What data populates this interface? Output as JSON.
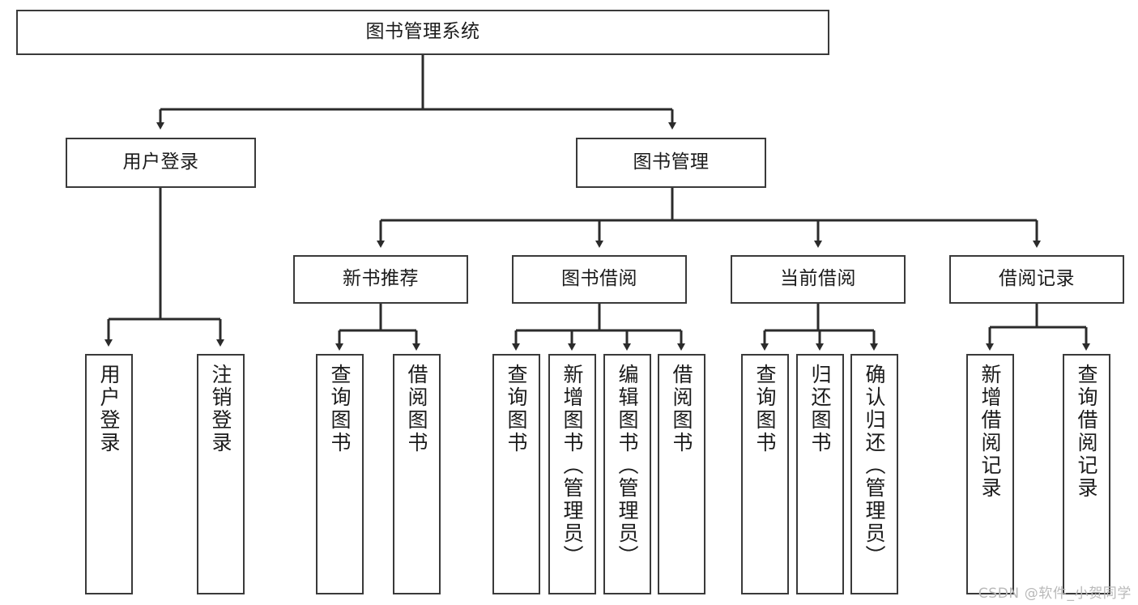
{
  "diagram": {
    "type": "tree-hierarchy",
    "title": "图书管理系统",
    "watermark": "CSDN @软件_小贺同学",
    "colors": {
      "box_border": "#3a3a3a",
      "box_fill": "#ffffff",
      "connector": "#2b2b2b",
      "text": "#1b1b1b",
      "watermark": "#b9b9b9"
    },
    "nodes": {
      "root": {
        "label": "图书管理系统",
        "level": 1,
        "orientation": "horizontal"
      },
      "user_login": {
        "label": "用户登录",
        "level": 2,
        "orientation": "horizontal"
      },
      "book_manage": {
        "label": "图书管理",
        "level": 2,
        "orientation": "horizontal"
      },
      "new_book_rec": {
        "label": "新书推荐",
        "level": 3,
        "orientation": "horizontal"
      },
      "book_borrow": {
        "label": "图书借阅",
        "level": 3,
        "orientation": "horizontal"
      },
      "current_borrow": {
        "label": "当前借阅",
        "level": 3,
        "orientation": "horizontal"
      },
      "borrow_record": {
        "label": "借阅记录",
        "level": 3,
        "orientation": "horizontal"
      },
      "leaf_user_login": {
        "label": "用户登录",
        "level": 4,
        "orientation": "vertical"
      },
      "leaf_logout": {
        "label": "注销登录",
        "level": 4,
        "orientation": "vertical"
      },
      "leaf_query_book_1": {
        "label": "查询图书",
        "level": 4,
        "orientation": "vertical"
      },
      "leaf_borrow_book_1": {
        "label": "借阅图书",
        "level": 4,
        "orientation": "vertical"
      },
      "leaf_query_book_2": {
        "label": "查询图书",
        "level": 4,
        "orientation": "vertical"
      },
      "leaf_add_book": {
        "label": "新增图书（管理员）",
        "level": 4,
        "orientation": "vertical"
      },
      "leaf_edit_book": {
        "label": "编辑图书（管理员）",
        "level": 4,
        "orientation": "vertical"
      },
      "leaf_borrow_book_2": {
        "label": "借阅图书",
        "level": 4,
        "orientation": "vertical"
      },
      "leaf_query_book_3": {
        "label": "查询图书",
        "level": 4,
        "orientation": "vertical"
      },
      "leaf_return_book": {
        "label": "归还图书",
        "level": 4,
        "orientation": "vertical"
      },
      "leaf_confirm_return": {
        "label": "确认归还（管理员）",
        "level": 4,
        "orientation": "vertical"
      },
      "leaf_add_record": {
        "label": "新增借阅记录",
        "level": 4,
        "orientation": "vertical"
      },
      "leaf_query_record": {
        "label": "查询借阅记录",
        "level": 4,
        "orientation": "vertical"
      }
    },
    "edges": [
      {
        "from": "root",
        "to": "user_login"
      },
      {
        "from": "root",
        "to": "book_manage"
      },
      {
        "from": "user_login",
        "to": "leaf_user_login"
      },
      {
        "from": "user_login",
        "to": "leaf_logout"
      },
      {
        "from": "book_manage",
        "to": "new_book_rec"
      },
      {
        "from": "book_manage",
        "to": "book_borrow"
      },
      {
        "from": "book_manage",
        "to": "current_borrow"
      },
      {
        "from": "book_manage",
        "to": "borrow_record"
      },
      {
        "from": "new_book_rec",
        "to": "leaf_query_book_1"
      },
      {
        "from": "new_book_rec",
        "to": "leaf_borrow_book_1"
      },
      {
        "from": "book_borrow",
        "to": "leaf_query_book_2"
      },
      {
        "from": "book_borrow",
        "to": "leaf_add_book"
      },
      {
        "from": "book_borrow",
        "to": "leaf_edit_book"
      },
      {
        "from": "book_borrow",
        "to": "leaf_borrow_book_2"
      },
      {
        "from": "current_borrow",
        "to": "leaf_query_book_3"
      },
      {
        "from": "current_borrow",
        "to": "leaf_return_book"
      },
      {
        "from": "current_borrow",
        "to": "leaf_confirm_return"
      },
      {
        "from": "borrow_record",
        "to": "leaf_add_record"
      },
      {
        "from": "borrow_record",
        "to": "leaf_query_record"
      }
    ]
  }
}
